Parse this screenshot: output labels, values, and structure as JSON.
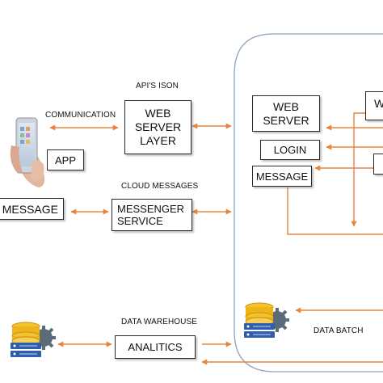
{
  "labels": {
    "communication": "COMMUNICATION",
    "apis_json": "API'S ISON",
    "cloud_messages": "CLOUD MESSAGES",
    "data_warehouse": "DATA WAREHOUSE",
    "data_batch": "DATA BATCH"
  },
  "boxes": {
    "app": "APP",
    "web_server_layer": [
      "WEB",
      "SERVER",
      "LAYER"
    ],
    "message_left": "MESSAGE",
    "messenger_service": [
      "MESSENGER",
      "SERVICE"
    ],
    "analitics": "ANALITICS",
    "web_server": [
      "WEB",
      "SERVER"
    ],
    "login": "LOGIN",
    "message_right": "MESSAGE",
    "clipped_right_box": "W"
  },
  "colors": {
    "arrow": "#e8843c",
    "cloud_border": "#8aa4c0",
    "box_border": "#2a2a2a"
  },
  "icons": {
    "phone": "smartphone-in-hand-icon",
    "database_left": "database-server-gear-icon",
    "database_right": "database-server-gear-icon"
  }
}
